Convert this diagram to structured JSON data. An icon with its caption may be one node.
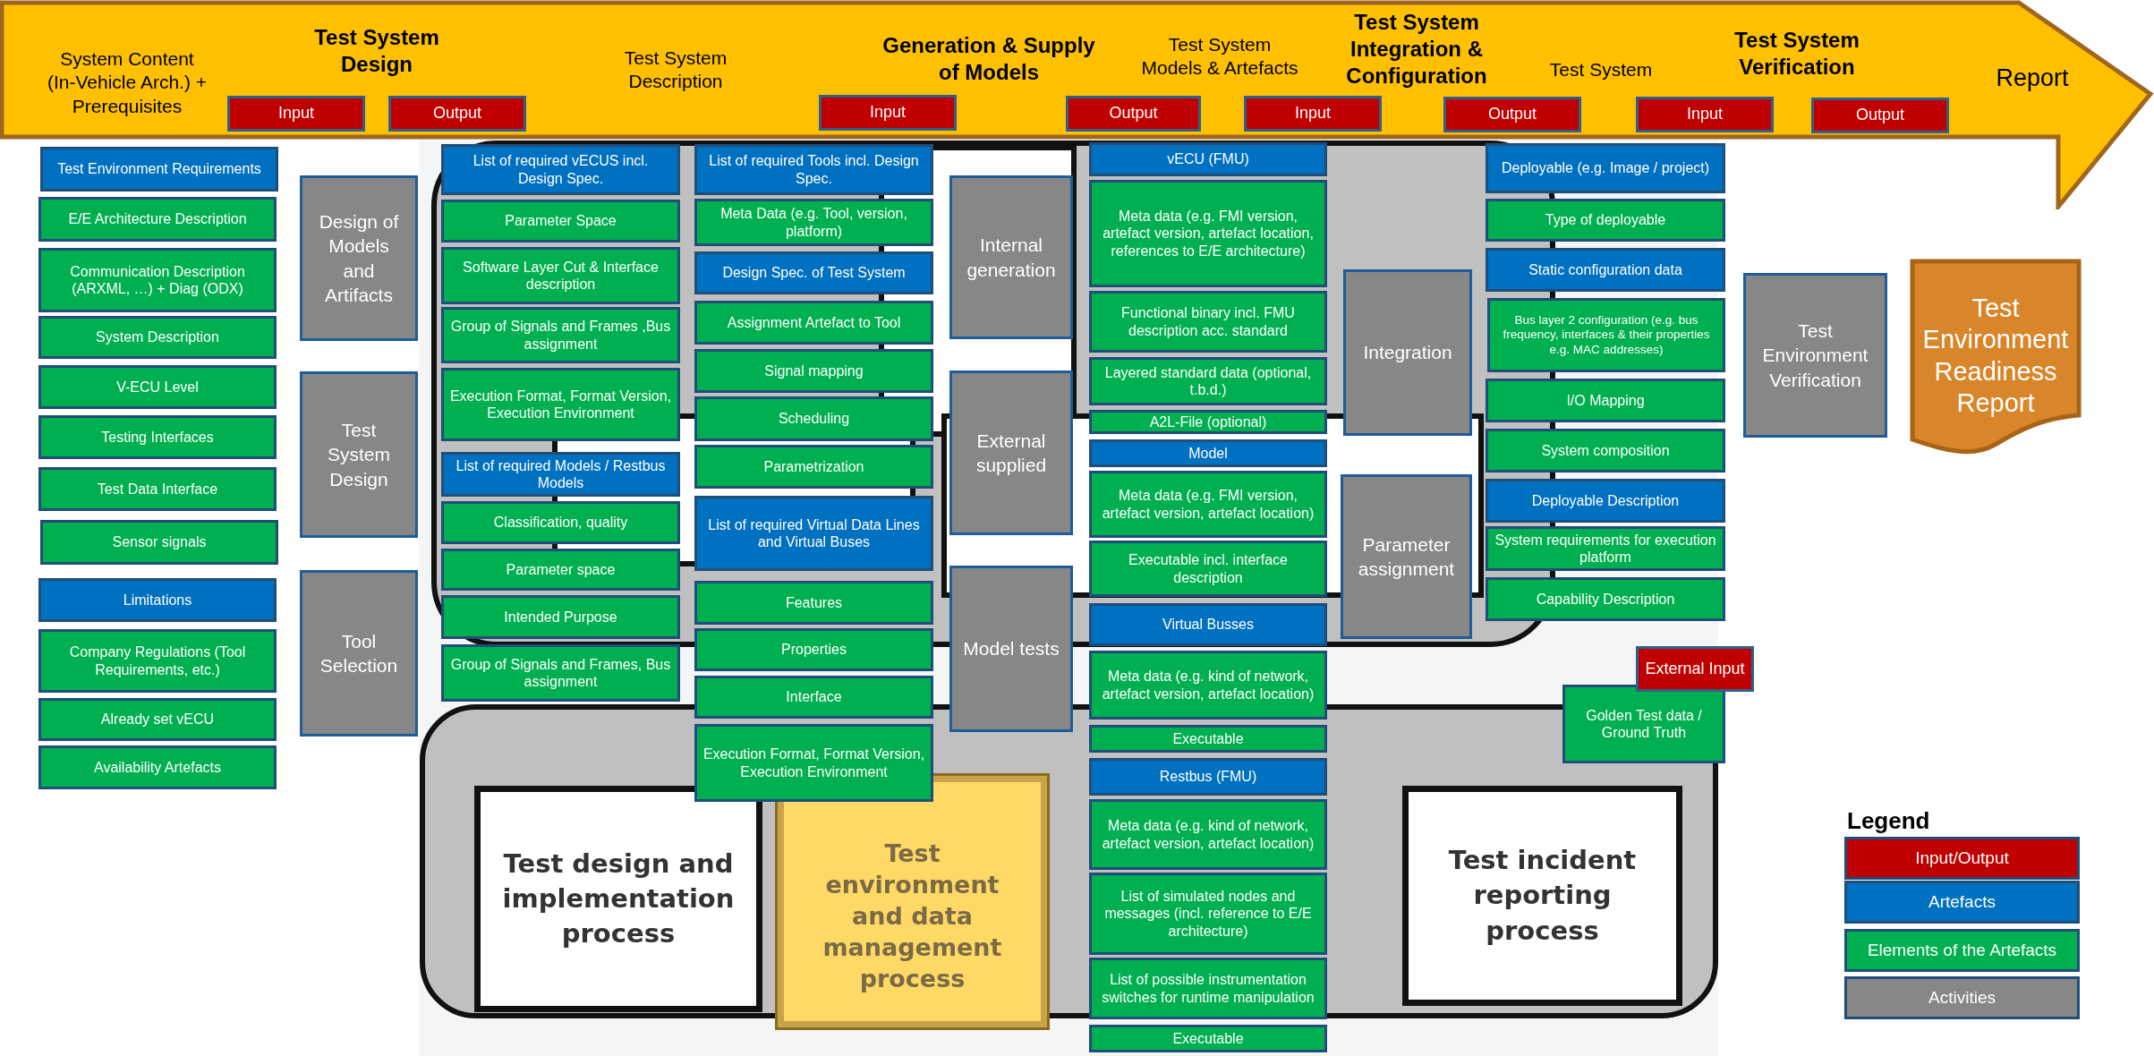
{
  "diagram": {
    "nodes": [
      {
        "text": [
          "System Content (In-Vehicle Arch.) + Prerequisites",
          "Test System Design",
          "Test System Description",
          "Generation & Supply of Models",
          "Test System Models & Artefacts",
          "Test System Integration & Configuration",
          "Test System",
          "Test System Verification",
          "Report"
        ]
      },
      {
        "text": [
          "Input"
        ],
        "in": 0
      },
      {
        "text": [
          "Output"
        ],
        "in": 0
      },
      {
        "text": [
          "Input"
        ],
        "in": 0
      },
      {
        "text": [
          "Output"
        ],
        "in": 0
      },
      {
        "text": [
          "Input"
        ],
        "in": 0
      },
      {
        "text": [
          "Output"
        ],
        "in": 0
      },
      {
        "text": [
          "Input"
        ],
        "in": 0
      },
      {
        "text": [
          "Output"
        ],
        "in": 0
      },
      {
        "text": [
          "Test Environment Requirements"
        ]
      },
      {
        "text": [
          "E/E Architecture Description"
        ]
      },
      {
        "text": [
          "Communication Description (ARXML, …) + Diag (ODX)"
        ]
      },
      {
        "text": [
          "System Description"
        ]
      },
      {
        "text": [
          "V-ECU Level"
        ]
      },
      {
        "text": [
          "Testing Interfaces"
        ]
      },
      {
        "text": [
          "Test Data Interface"
        ]
      },
      {
        "text": [
          "Sensor signals"
        ]
      },
      {
        "text": [
          "Limitations"
        ]
      },
      {
        "text": [
          "Company Regulations (Tool Requirements, etc.)"
        ]
      },
      {
        "text": [
          "Already set vECU"
        ]
      },
      {
        "text": [
          "Availability Artefacts"
        ]
      },
      {
        "text": [
          "Design of Models and Artifacts"
        ]
      },
      {
        "text": [
          "Test System Design"
        ]
      },
      {
        "text": [
          "Tool Selection"
        ]
      },
      {
        "text": [
          "List of required vECUS incl. Design Spec."
        ]
      },
      {
        "text": [
          "Parameter Space"
        ]
      },
      {
        "text": [
          "Software Layer Cut & Interface description"
        ]
      },
      {
        "text": [
          "Group of Signals and Frames ,Bus assignment"
        ]
      },
      {
        "text": [
          "Execution Format, Format Version, Execution Environment"
        ]
      },
      {
        "text": [
          "List of required Models / Restbus Models"
        ]
      },
      {
        "text": [
          "Classification, quality"
        ]
      },
      {
        "text": [
          "Parameter space"
        ]
      },
      {
        "text": [
          "Intended Purpose"
        ]
      },
      {
        "text": [
          "Group of Signals and Frames, Bus assignment"
        ]
      },
      {
        "text": [
          "List of required Tools incl. Design Spec."
        ]
      },
      {
        "text": [
          "Meta Data (e.g. Tool, version, platform)"
        ]
      },
      {
        "text": [
          "Design Spec. of Test System"
        ]
      },
      {
        "text": [
          "Assignment Artefact to Tool"
        ]
      },
      {
        "text": [
          "Signal mapping"
        ]
      },
      {
        "text": [
          "Scheduling"
        ]
      },
      {
        "text": [
          "Parametrization"
        ]
      },
      {
        "text": [
          "List of required Virtual Data Lines and Virtual Buses"
        ]
      },
      {
        "text": [
          "Features"
        ]
      },
      {
        "text": [
          "Properties"
        ]
      },
      {
        "text": [
          "Interface"
        ]
      },
      {
        "text": [
          "Execution Format, Format Version, Execution Environment"
        ]
      },
      {
        "text": [
          "Internal generation"
        ]
      },
      {
        "text": [
          "External supplied"
        ]
      },
      {
        "text": [
          "Model tests"
        ]
      },
      {
        "text": [
          "vECU (FMU)"
        ]
      },
      {
        "text": [
          "Meta data (e.g. FMI version, artefact version, artefact location, references to E/E architecture)"
        ]
      },
      {
        "text": [
          "Functional binary incl. FMU description acc. standard"
        ]
      },
      {
        "text": [
          "Layered standard data (optional, t.b.d.)"
        ]
      },
      {
        "text": [
          "A2L-File (optional)"
        ]
      },
      {
        "text": [
          "Model"
        ]
      },
      {
        "text": [
          "Meta data (e.g. FMI version, artefact version, artefact location)"
        ]
      },
      {
        "text": [
          "Executable incl. interface description"
        ]
      },
      {
        "text": [
          "Virtual Busses"
        ]
      },
      {
        "text": [
          "Meta data (e.g. kind of network, artefact version, artefact location)"
        ]
      },
      {
        "text": [
          "Executable"
        ]
      },
      {
        "text": [
          "Restbus (FMU)"
        ]
      },
      {
        "text": [
          "Meta data (e.g. kind of network, artefact version, artefact location)"
        ]
      },
      {
        "text": [
          "List of simulated nodes and messages (incl. reference to E/E architecture)"
        ]
      },
      {
        "text": [
          "List of possible instrumentation switches for runtime manipulation"
        ]
      },
      {
        "text": [
          "Executable"
        ]
      },
      {
        "text": [
          "Integration"
        ]
      },
      {
        "text": [
          "Parameter assignment"
        ]
      },
      {
        "text": [
          "Deployable (e.g. Image / project)"
        ]
      },
      {
        "text": [
          "Type of deployable"
        ]
      },
      {
        "text": [
          "Static configuration data"
        ]
      },
      {
        "text": [
          "Bus layer 2 configuration (e.g. bus frequency, interfaces & their properties e.g. MAC addresses)"
        ]
      },
      {
        "text": [
          "I/O Mapping"
        ]
      },
      {
        "text": [
          "System composition"
        ]
      },
      {
        "text": [
          "Deployable Description"
        ]
      },
      {
        "text": [
          "System requirements for execution platform"
        ]
      },
      {
        "text": [
          "Capability Description"
        ]
      },
      {
        "text": [
          "External Input"
        ]
      },
      {
        "text": [
          "Golden Test data / Ground Truth"
        ]
      },
      {
        "text": [
          "Test Environment Verification"
        ]
      },
      {
        "text": [
          "Test Environment Readiness Report"
        ]
      },
      {
        "text": [
          "Test design and implementation process"
        ]
      },
      {
        "text": [
          "Test environment and data management process"
        ]
      },
      {
        "text": [
          "Test incident reporting process"
        ]
      }
    ],
    "labels": [
      "Legend"
    ],
    "legend": [
      {
        "text": "Input/Output",
        "color": "#c00000"
      },
      {
        "text": "Artefacts",
        "color": "#0070c0"
      },
      {
        "text": "Elements of the Artefacts",
        "color": "#00b050"
      },
      {
        "text": "Activities",
        "color": "#878787"
      }
    ]
  }
}
